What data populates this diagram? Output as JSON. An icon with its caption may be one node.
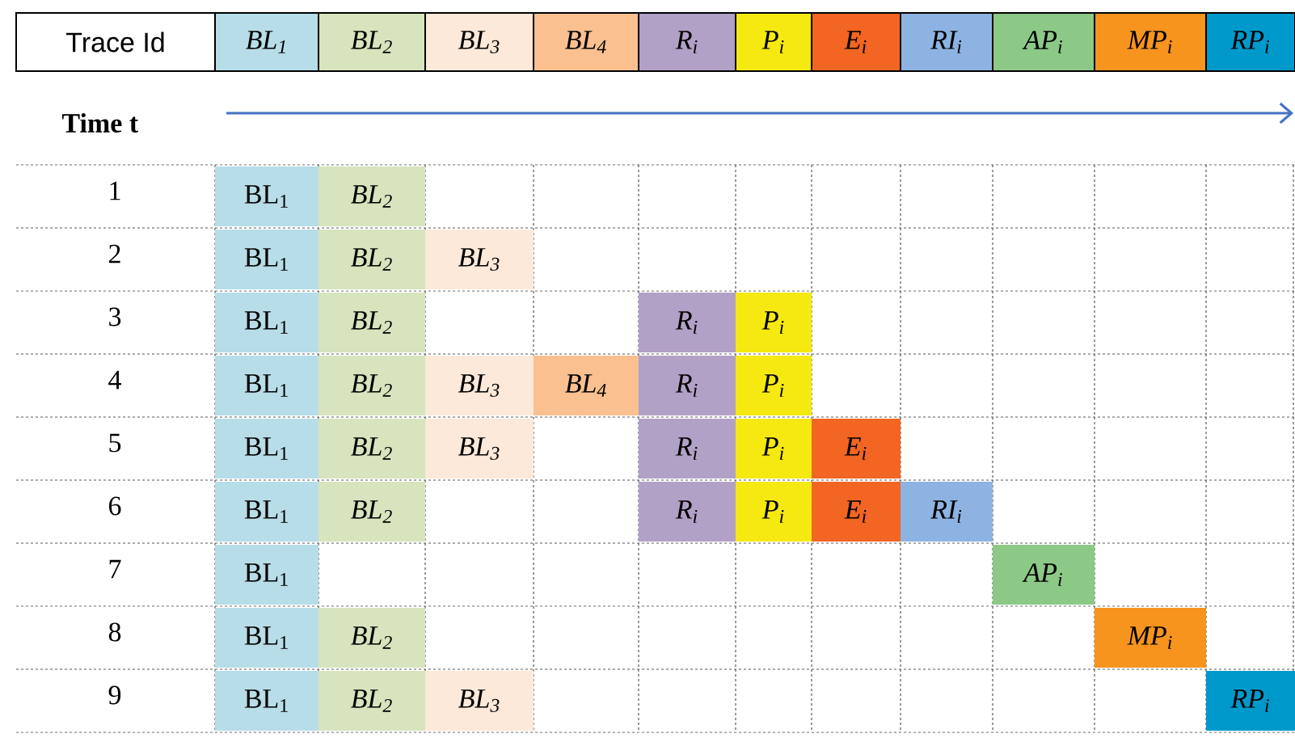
{
  "diagram": {
    "labels": [
      "Trace Id",
      "BL$_{1}$",
      "BL$_{2}$",
      "BL$_{3}$",
      "BL$_{4}$",
      "R$_{i}$",
      "P$_{i}$",
      "E$_{i}$",
      "RI$_{i}$",
      "AP$_{i}$",
      "MP$_{i}$",
      "RP$_{i}$",
      "Time t",
      "1",
      "BL$_{1}$",
      "BL$_{2}$",
      "2",
      "BL$_{1}$",
      "BL$_{2}$",
      "BL$_{3}$",
      "3",
      "BL$_{1}$",
      "BL$_{2}$",
      "R$_{i}$",
      "P$_{i}$",
      "4",
      "BL$_{1}$",
      "BL$_{2}$",
      "BL$_{3}$",
      "BL$_{4}$",
      "R$_{i}$",
      "P$_{i}$",
      "5",
      "BL$_{1}$",
      "BL$_{2}$",
      "BL$_{3}$",
      "R$_{i}$",
      "P$_{i}$",
      "E$_{i}$",
      "6",
      "BL$_{1}$",
      "BL$_{2}$",
      "R$_{i}$",
      "P$_{i}$",
      "E$_{i}$",
      "RI$_{i}$",
      "7",
      "BL$_{1}$",
      "AP$_{i}$",
      "8",
      "BL$_{1}$",
      "BL$_{2}$",
      "MP$_{i}$",
      "9",
      "BL$_{1}$",
      "BL$_{2}$",
      "BL$_{3}$",
      "RP$_{i}$"
    ]
  }
}
